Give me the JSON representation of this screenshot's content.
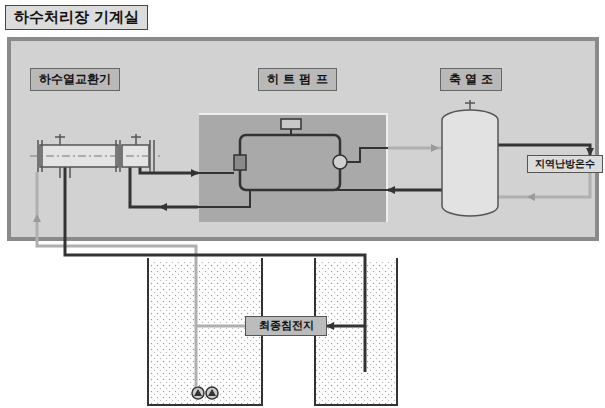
{
  "diagram": {
    "title": "하수처리장 기계실",
    "nodes": [
      {
        "text": [
          "하수열교환기"
        ]
      },
      {
        "text": [
          "히 트 펌 프"
        ]
      },
      {
        "text": [
          "축 열 조"
        ]
      },
      {
        "text": [
          "지역난방온수"
        ]
      },
      {
        "text": [
          "최종침전지"
        ]
      }
    ],
    "edges": [
      {
        "from": 0,
        "to": 1,
        "arrow": "to"
      },
      {
        "from": 1,
        "to": 0,
        "arrow": "to"
      },
      {
        "from": 1,
        "to": 2,
        "arrow": "to"
      },
      {
        "from": 2,
        "to": 1,
        "arrow": "to"
      },
      {
        "from": 2,
        "to": 3,
        "arrow": "to"
      },
      {
        "from": 3,
        "to": 2,
        "arrow": "to"
      },
      {
        "from": 4,
        "to": 0,
        "arrow": "to"
      },
      {
        "from": 0,
        "to": 4,
        "arrow": "to"
      }
    ]
  }
}
